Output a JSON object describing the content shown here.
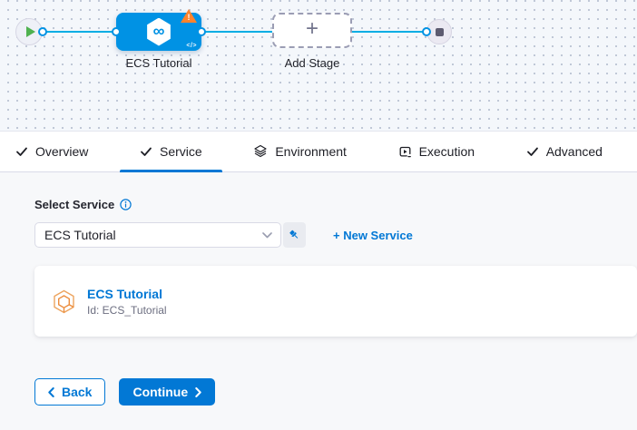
{
  "pipeline_canvas": {
    "stage": {
      "name": "ECS Tutorial"
    },
    "add_stage": {
      "label": "Add Stage"
    }
  },
  "icons": {
    "plus": "+",
    "infinity": "∞",
    "code": "</>",
    "warning_mark": "!"
  },
  "tabs": [
    {
      "label": "Overview",
      "icon": "check-icon",
      "active": false
    },
    {
      "label": "Service",
      "icon": "check-icon",
      "active": true
    },
    {
      "label": "Environment",
      "icon": "layers-icon",
      "active": false
    },
    {
      "label": "Execution",
      "icon": "execution-icon",
      "active": false
    },
    {
      "label": "Advanced",
      "icon": "check-icon",
      "active": false
    }
  ],
  "service_panel": {
    "select_label": "Select Service",
    "select_value": "ECS Tutorial",
    "new_service": "+ New Service",
    "card": {
      "title": "ECS Tutorial",
      "id": "Id: ECS_Tutorial"
    }
  },
  "footer": {
    "back": "Back",
    "continue": "Continue"
  },
  "colors": {
    "primary": "#0278d5",
    "node_blue": "#0092e4",
    "connector": "#00ade4",
    "warning": "#ff832b",
    "play_green": "#4fb14f",
    "service_icon_orange": "#ec8c3c"
  }
}
